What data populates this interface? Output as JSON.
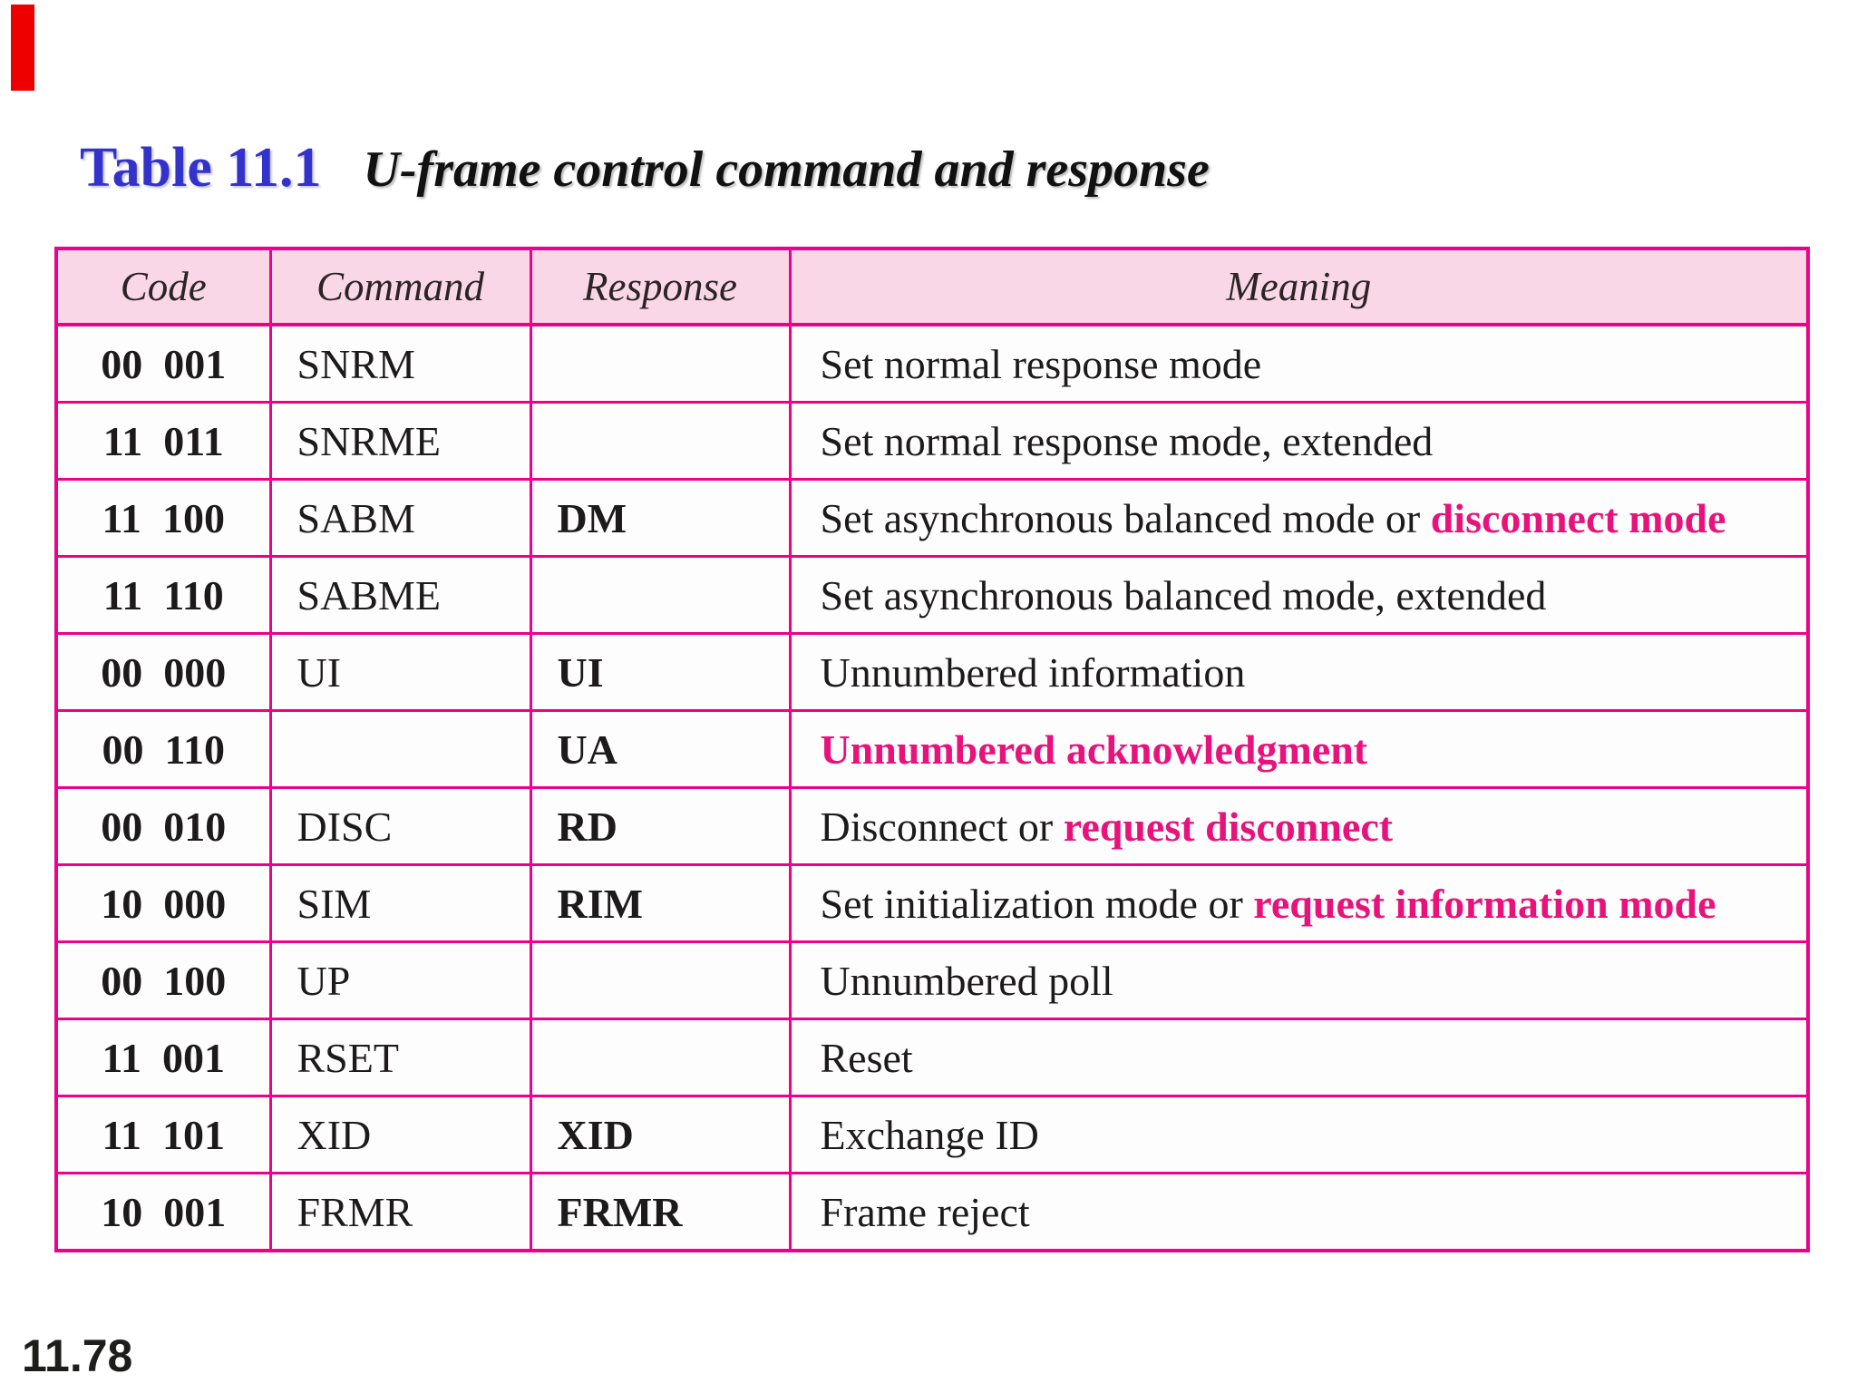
{
  "title": {
    "label": "Table 11.1",
    "subtitle": "U-frame control command and response"
  },
  "colors": {
    "table_border": "#ec008c",
    "header_background": "#f9d7e7",
    "accent_pink_text": "#e8127c",
    "title_blue": "#3333cc",
    "red_bar": "#ee0000"
  },
  "table": {
    "headers": [
      "Code",
      "Command",
      "Response",
      "Meaning"
    ],
    "rows": [
      {
        "code": "00  001",
        "command": "SNRM",
        "response": "",
        "meaning": "Set normal response mode",
        "meaning_highlight": ""
      },
      {
        "code": "11  011",
        "command": "SNRME",
        "response": "",
        "meaning": "Set normal response mode, extended",
        "meaning_highlight": ""
      },
      {
        "code": "11  100",
        "command": "SABM",
        "response": "DM",
        "meaning": "Set asynchronous balanced mode or ",
        "meaning_highlight": "disconnect mode"
      },
      {
        "code": "11  110",
        "command": "SABME",
        "response": "",
        "meaning": "Set asynchronous balanced mode, extended",
        "meaning_highlight": ""
      },
      {
        "code": "00  000",
        "command": "UI",
        "response": "UI",
        "meaning": "Unnumbered information",
        "meaning_highlight": ""
      },
      {
        "code": "00  110",
        "command": "",
        "response": "UA",
        "meaning": "",
        "meaning_highlight": "Unnumbered acknowledgment"
      },
      {
        "code": "00  010",
        "command": "DISC",
        "response": "RD",
        "meaning": "Disconnect or ",
        "meaning_highlight": "request disconnect"
      },
      {
        "code": "10  000",
        "command": "SIM",
        "response": "RIM",
        "meaning": "Set initialization mode or ",
        "meaning_highlight": "request information mode"
      },
      {
        "code": "00  100",
        "command": "UP",
        "response": "",
        "meaning": "Unnumbered poll",
        "meaning_highlight": ""
      },
      {
        "code": "11  001",
        "command": "RSET",
        "response": "",
        "meaning": "Reset",
        "meaning_highlight": ""
      },
      {
        "code": "11  101",
        "command": "XID",
        "response": "XID",
        "meaning": "Exchange ID",
        "meaning_highlight": ""
      },
      {
        "code": "10  001",
        "command": "FRMR",
        "response": "FRMR",
        "meaning": "Frame reject",
        "meaning_highlight": ""
      }
    ]
  },
  "page": {
    "number": "11.78"
  }
}
